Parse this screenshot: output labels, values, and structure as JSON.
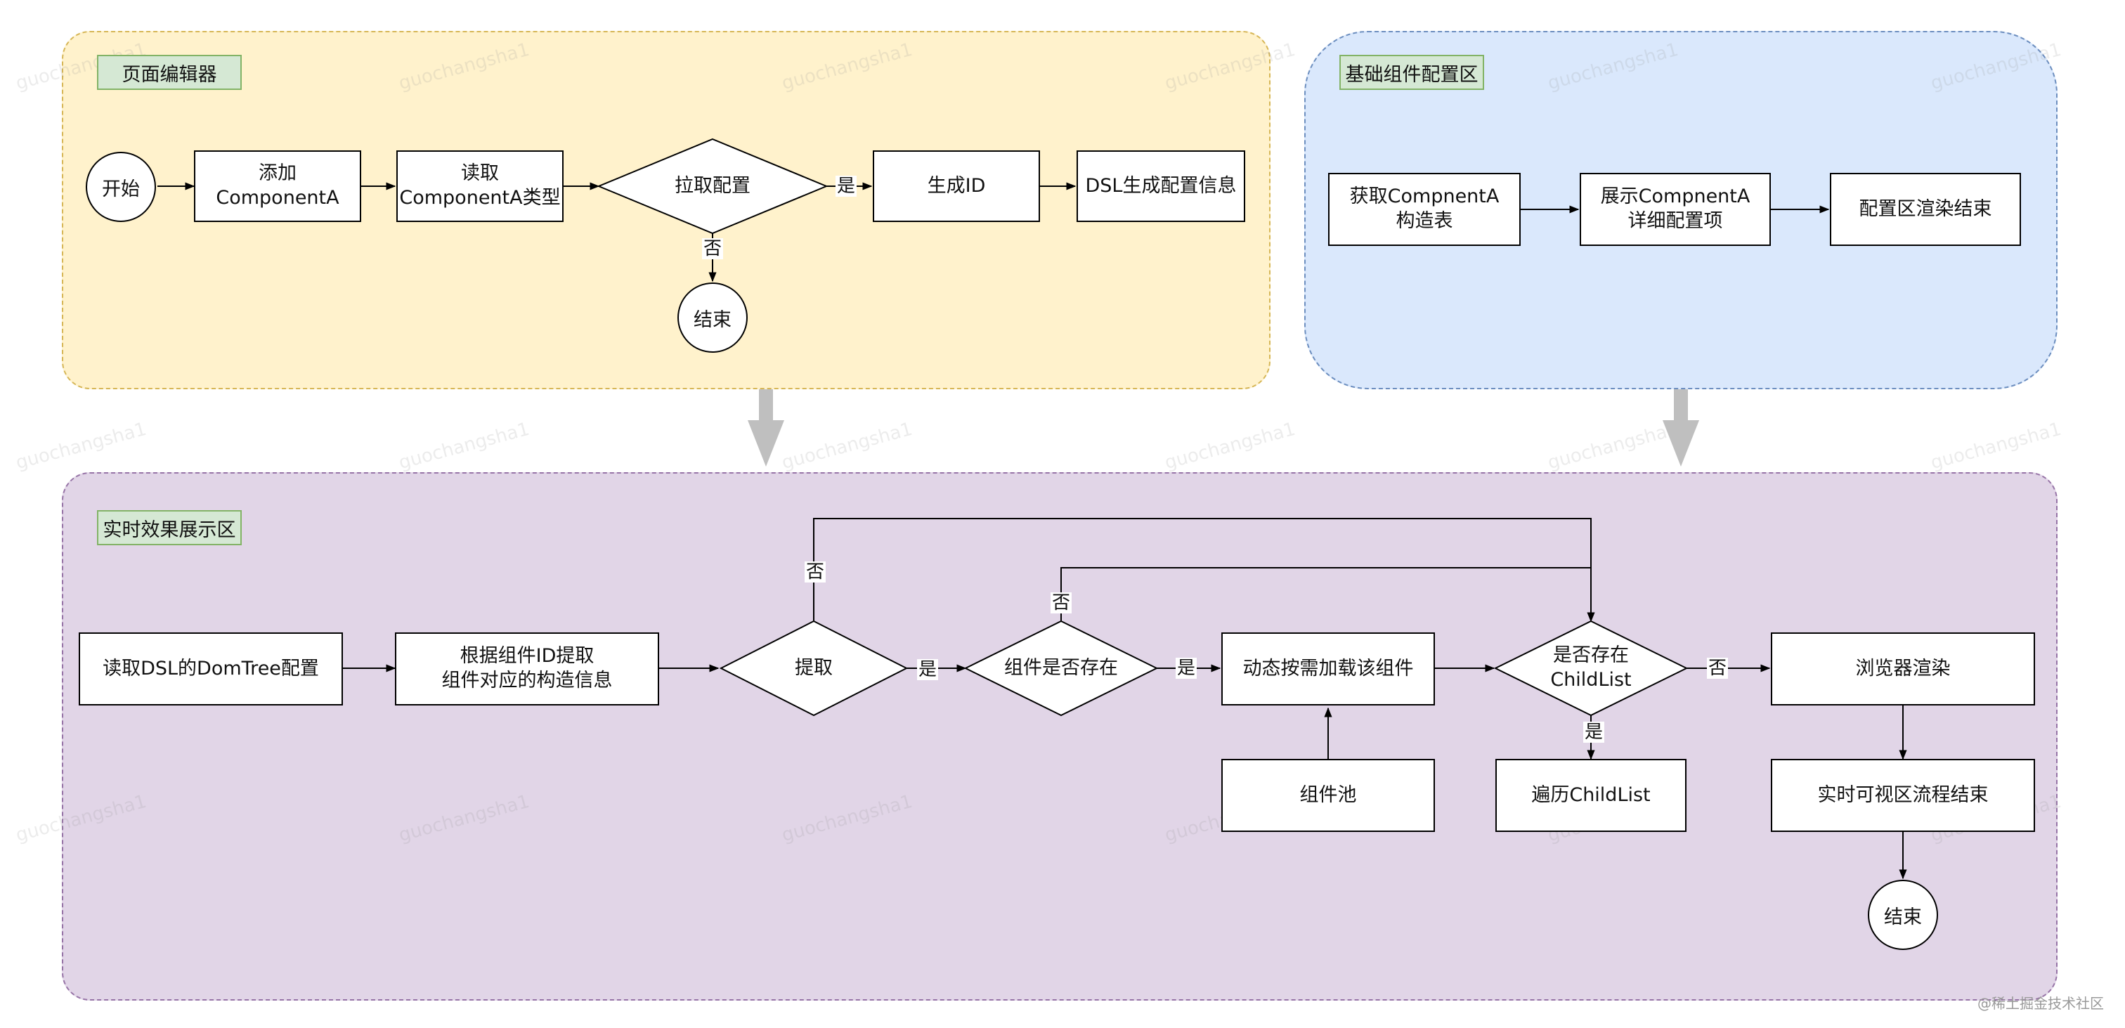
{
  "panels": {
    "editor": {
      "title": "页面编辑器"
    },
    "config": {
      "title": "基础组件配置区"
    },
    "preview": {
      "title": "实时效果展示区"
    }
  },
  "editor": {
    "start": "开始",
    "add_component": "添加\nComponentA",
    "read_type": "读取\nComponentA类型",
    "pull_config": "拉取配置",
    "gen_id": "生成ID",
    "dsl_gen": "DSL生成配置信息",
    "end": "结束",
    "yes": "是",
    "no": "否"
  },
  "config": {
    "get_table": "获取CompnentA\n构造表",
    "show_items": "展示CompnentA\n详细配置项",
    "render_end": "配置区渲染结束"
  },
  "preview": {
    "read_dsl": "读取DSL的DomTree配置",
    "extract_by_id": "根据组件ID提取\n组件对应的构造信息",
    "extract": "提取",
    "exists": "组件是否存在",
    "dyn_load": "动态按需加载该组件",
    "has_childlist": "是否存在\nChildList",
    "browser_render": "浏览器渲染",
    "component_pool": "组件池",
    "traverse": "遍历ChildList",
    "visible_end": "实时可视区流程结束",
    "end": "结束",
    "yes1": "是",
    "yes2": "是",
    "yes3": "是",
    "no1": "否",
    "no2": "否",
    "no3": "否"
  },
  "watermark": "guochangsha1",
  "credit": "@稀土掘金技术社区",
  "colors": {
    "editor_bg": "#fff2cc",
    "config_bg": "#dae8fc",
    "preview_bg": "#e1d5e7",
    "tag_bg": "#d5e8d4",
    "big_arrow": "#bfbfbf"
  }
}
